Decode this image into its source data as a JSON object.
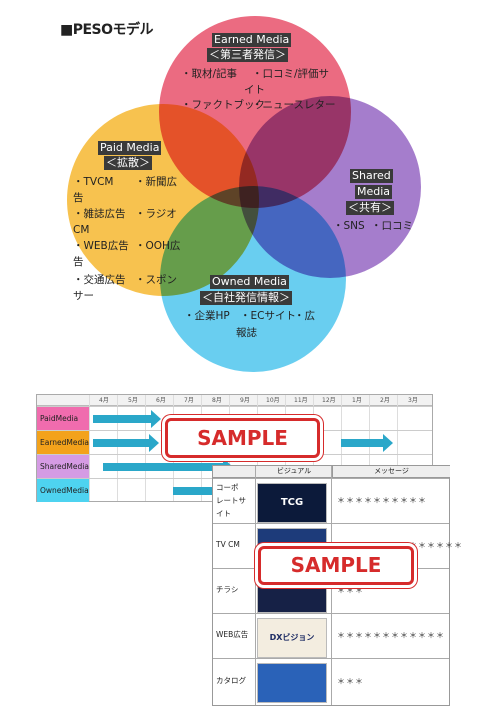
{
  "title": "■PESOモデル",
  "venn": {
    "earned": {
      "name": "Earned Media",
      "sub": "＜第三者発信＞",
      "items": [
        "・取材/記事",
        "・口コミ/評価サ",
        "イト",
        "・ファクトブック",
        "・ニュースレター"
      ],
      "color": "#e8516b"
    },
    "paid": {
      "name": "Paid Media",
      "sub": "＜拡散＞",
      "items": [
        "・TVCM",
        "・新聞広",
        "告",
        "・雑誌広告",
        "・ラジオ",
        "CM",
        "・WEB広告",
        "・OOH広",
        "告",
        "・交通広告",
        "・スポン",
        "サー"
      ],
      "color": "#f6b830"
    },
    "shared": {
      "name": "Shared",
      "name2": "Media",
      "sub": "＜共有＞",
      "items": [
        "・SNS",
        "・口コミ"
      ],
      "color": "#8f5cc0"
    },
    "owned": {
      "name": "Owned Media",
      "sub": "＜自社発信情報＞",
      "items": [
        "・企業HP",
        "・ECサイト",
        "・広",
        "報誌"
      ],
      "color": "#4fc6ee"
    }
  },
  "schedule": {
    "months": [
      "4月",
      "5月",
      "6月",
      "7月",
      "8月",
      "9月",
      "10月",
      "11月",
      "12月",
      "1月",
      "2月",
      "3月"
    ],
    "rows": [
      {
        "label": "PaidMedia",
        "color": "#f06cae"
      },
      {
        "label": "EarnedMedia",
        "color": "#f3a21b"
      },
      {
        "label": "SharedMedia",
        "color": "#d59be4"
      },
      {
        "label": "OwnedMedia",
        "color": "#4ed3f0"
      }
    ]
  },
  "watermark": "SAMPLE",
  "creative": {
    "headers": [
      "ビジュアル",
      "メッセージ"
    ],
    "rows": [
      {
        "label1": "コーポ",
        "label2": "レートサ",
        "label3": "イト",
        "stars": "＊＊＊＊＊＊＊＊＊＊"
      },
      {
        "label1": "TV CM",
        "stars": "＊＊＊＊＊＊＊＊＊＊＊＊＊＊"
      },
      {
        "label1": "チラシ",
        "stars": "＊＊＊"
      },
      {
        "label1": "WEB広告",
        "stars": "＊＊＊＊＊＊＊＊＊＊＊＊"
      },
      {
        "label1": "カタログ",
        "stars": "＊＊＊"
      }
    ],
    "thumbs": [
      "TCG",
      "DXビジョン"
    ]
  }
}
